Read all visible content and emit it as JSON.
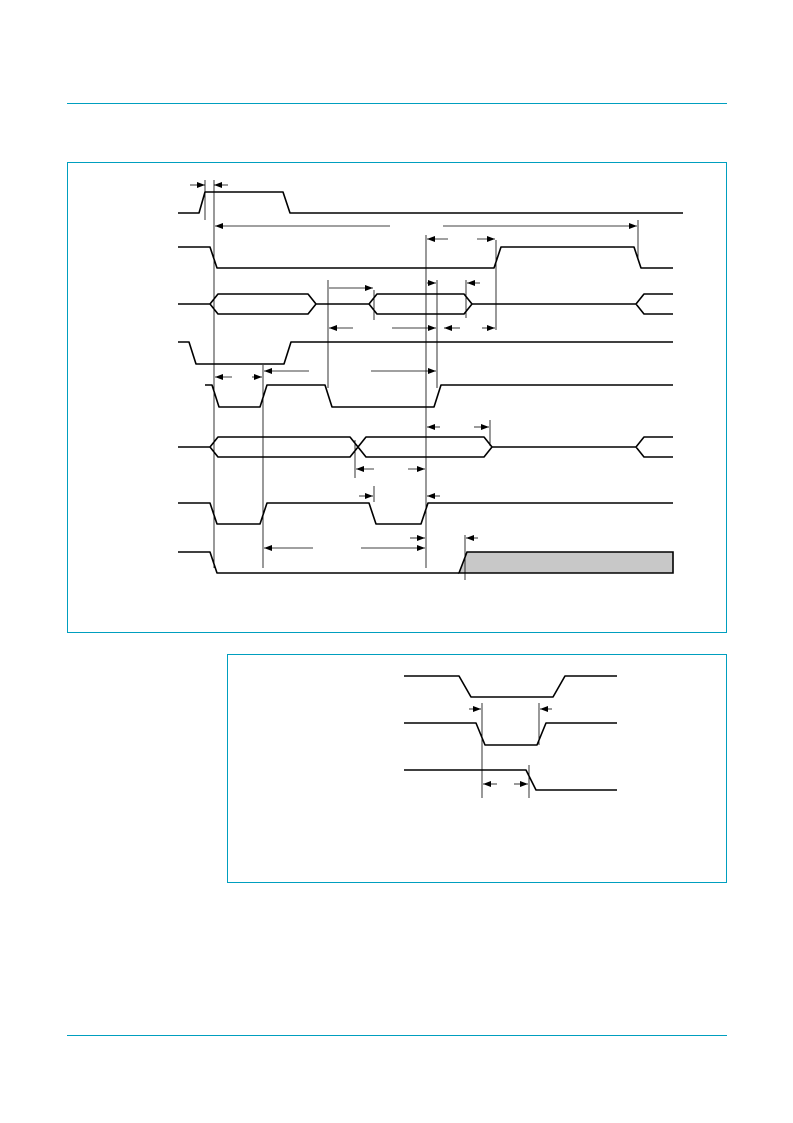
{
  "colors": {
    "accent": "#009fbf",
    "signal": "#000000",
    "shade": "#c8c8c8"
  },
  "figures": [
    {
      "id": "main-timing-diagram",
      "signal_count": 8
    },
    {
      "id": "detail-timing-diagram",
      "signal_count": 3
    }
  ]
}
